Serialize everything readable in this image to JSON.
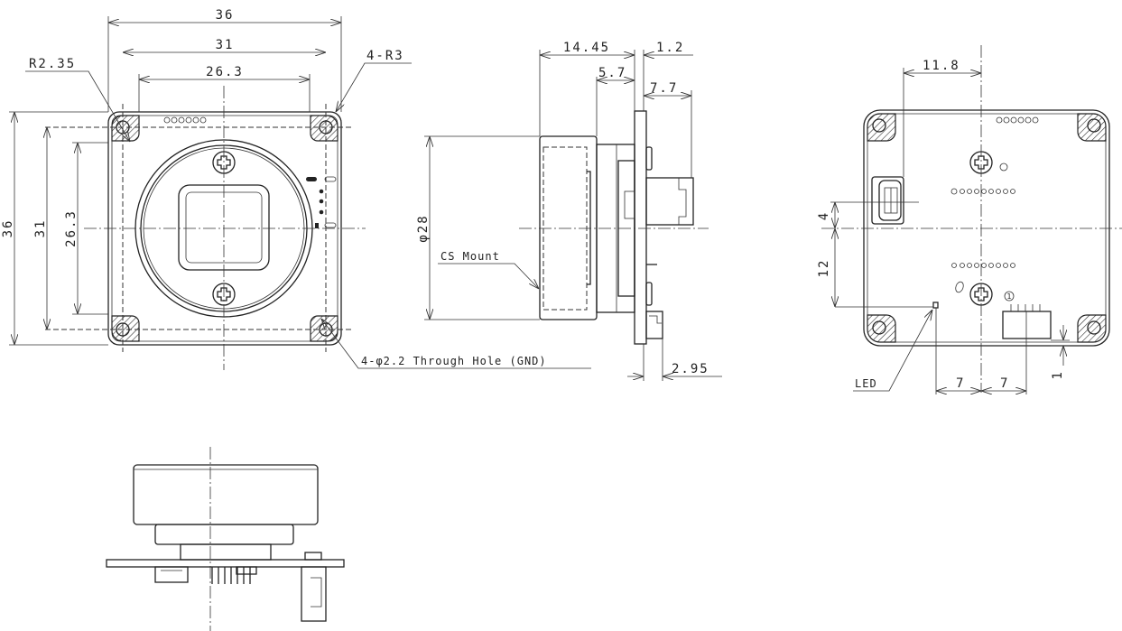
{
  "front_view": {
    "dim_width_outer": "36",
    "dim_width_holes": "31",
    "dim_width_inner": "26.3",
    "dim_height_outer": "36",
    "dim_height_holes": "31",
    "dim_height_inner": "26.3",
    "corner_hole_radius": "R2.35",
    "corner_radius": "4-R3",
    "through_hole_note": "4-φ2.2 Through Hole (GND)"
  },
  "side_view": {
    "dim_lens_depth": "14.45",
    "dim_pcb_thickness": "1.2",
    "dim_mount_step": "5.7",
    "dim_connector_depth": "7.7",
    "dim_diameter": "φ28",
    "mount_label": "CS Mount",
    "dim_bottom_connector": "2.95"
  },
  "back_view": {
    "dim_usb_offset": "11.8",
    "dim_usb_height": "4",
    "dim_led_height": "12",
    "dim_led_x": "7",
    "dim_connector_x": "7",
    "dim_connector_edge": "1",
    "led_label": "LED",
    "pin1_label": "1"
  }
}
